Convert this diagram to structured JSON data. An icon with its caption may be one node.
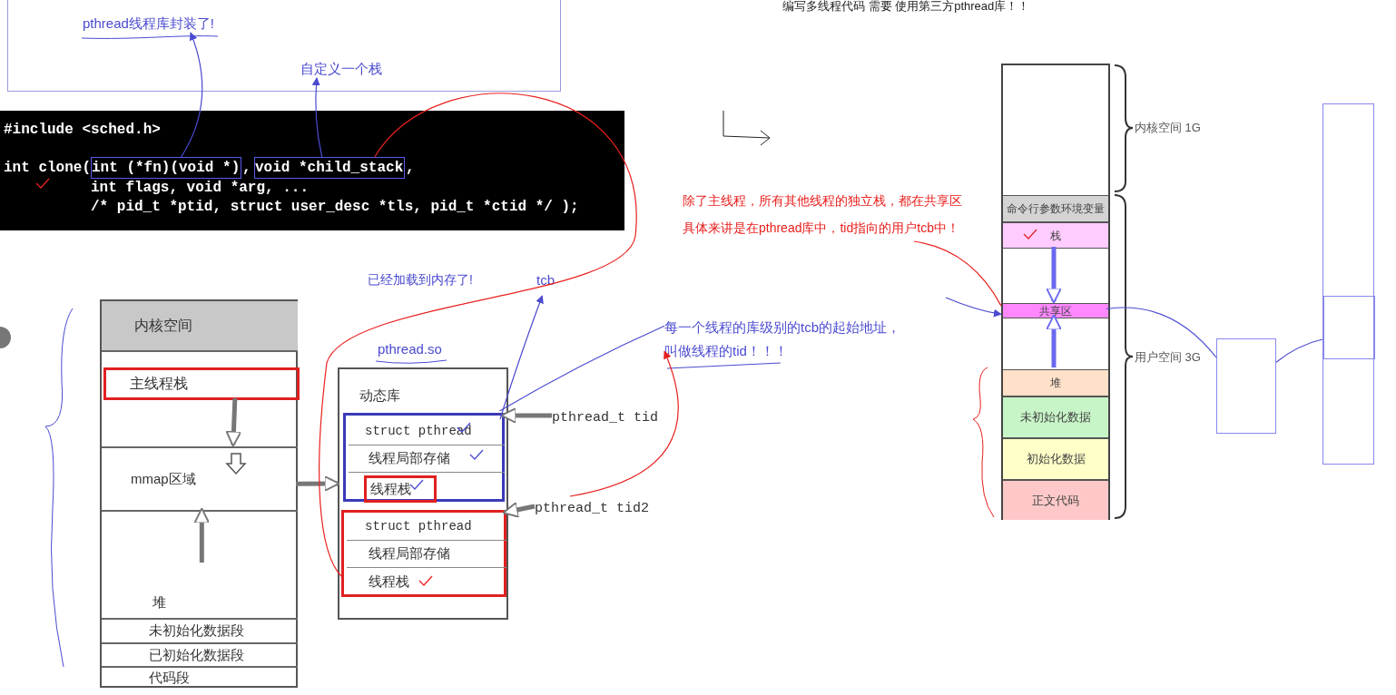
{
  "diagram": {
    "nodes": [
      {
        "text": [],
        "shape": "box"
      },
      {
        "text": [
          "pthread线程库封装了!"
        ],
        "in": 0
      },
      {
        "text": [
          "自定义一个栈"
        ],
        "in": 0
      },
      {
        "text": [
          "#include <sched.h>",
          "int clone(",
          ",",
          ",",
          "int flags, void *arg, ...",
          "/* pid_t *ptid, struct user_desc *tls, pid_t *ctid */ );"
        ]
      },
      {
        "text": [
          "int (*fn)(void *)"
        ],
        "in": 3
      },
      {
        "text": [
          "void *child_stack"
        ],
        "in": 3
      },
      {
        "text": [],
        "shape": "box"
      },
      {
        "text": [
          "内核空间"
        ],
        "in": 6
      },
      {
        "text": [
          "主线程栈"
        ],
        "in": 6
      },
      {
        "text": [
          "mmap区域"
        ],
        "in": 6
      },
      {
        "text": [
          "堆"
        ],
        "in": 6
      },
      {
        "text": [
          "未初始化数据段"
        ],
        "in": 6
      },
      {
        "text": [
          "已初始化数据段"
        ],
        "in": 6
      },
      {
        "text": [
          "代码段"
        ],
        "in": 6
      },
      {
        "text": [
          "动态库"
        ],
        "beside": [
          "pthread.so"
        ]
      },
      {
        "text": [],
        "shape": "box",
        "in": 14
      },
      {
        "text": [
          "struct pthread"
        ],
        "in": 15
      },
      {
        "text": [
          "线程局部存储"
        ],
        "in": 15
      },
      {
        "text": [
          "线程栈"
        ],
        "in": 15
      },
      {
        "text": [],
        "shape": "box",
        "in": 14
      },
      {
        "text": [
          "struct pthread"
        ],
        "in": 19
      },
      {
        "text": [
          "线程局部存储"
        ],
        "in": 19
      },
      {
        "text": [
          "线程栈"
        ],
        "in": 19
      },
      {
        "text": [
          "pthread_t tid"
        ]
      },
      {
        "text": [
          "pthread_t tid2"
        ]
      },
      {
        "text": [
          "tcb"
        ]
      },
      {
        "text": [
          "每一个线程的库级别的tcb的起始地址，叫做线程的tid！！！"
        ]
      },
      {
        "text": [],
        "shape": "box"
      },
      {
        "text": [
          "命令行参数环境变量"
        ],
        "in": 27
      },
      {
        "text": [
          "栈"
        ],
        "in": 27
      },
      {
        "text": [
          "共享区"
        ],
        "in": 27
      },
      {
        "text": [
          "堆"
        ],
        "in": 27
      },
      {
        "text": [
          "未初始化数据"
        ],
        "in": 27
      },
      {
        "text": [
          "初始化数据"
        ],
        "in": 27
      },
      {
        "text": [
          "正文代码"
        ],
        "in": 27
      },
      {
        "text": [
          "除了主线程，所有其他线程的独立栈，都在共享区",
          "具体来讲是在pthread库中，tid指向的用户tcb中！"
        ]
      },
      {
        "text": [],
        "shape": "box"
      },
      {
        "text": [],
        "shape": "box"
      },
      {
        "text": [],
        "shape": "box",
        "in": 37
      }
    ],
    "edges": [
      {
        "from": 4,
        "to": 1,
        "arrow": "to"
      },
      {
        "from": 5,
        "to": 2,
        "arrow": "to"
      },
      {
        "from": 9,
        "to": 14,
        "arrow": "to",
        "style": "thick",
        "color": "#777777"
      },
      {
        "from": 23,
        "to": 15,
        "arrow": "to",
        "style": "thick",
        "color": "#777777"
      },
      {
        "from": 24,
        "to": 19,
        "arrow": "to",
        "style": "thick",
        "color": "#777777"
      },
      {
        "from": 16,
        "to": 25,
        "arrow": "to"
      },
      {
        "from": 15,
        "to": 26,
        "arrow": "none"
      },
      {
        "from": 24,
        "to": 26,
        "arrow": "to",
        "color": "#e8201e"
      },
      {
        "from": 5,
        "to": 22,
        "arrow": "none",
        "color": "#e8201e"
      },
      {
        "from": 35,
        "to": 30,
        "arrow": "none",
        "color": "#e8201e"
      },
      {
        "from": null,
        "to": 30,
        "arrow": "to"
      },
      {
        "from": 30,
        "to": 36,
        "arrow": "none"
      },
      {
        "from": 36,
        "to": 38,
        "arrow": "none"
      },
      {
        "from": 29,
        "to": 30,
        "arrow": "to",
        "style": "thick",
        "color": "#6a6af0"
      },
      {
        "from": 31,
        "to": 30,
        "arrow": "to",
        "style": "thick",
        "color": "#6a6af0"
      },
      {
        "from": 8,
        "to": 9,
        "arrow": "to",
        "style": "thick",
        "color": "#777777"
      },
      {
        "from": 10,
        "to": 9,
        "arrow": "to",
        "style": "thick",
        "color": "#777777"
      }
    ],
    "labels": [
      "编写多线程代码 需要 使用第三方pthread库！！",
      "已经加载到内存了!",
      "内核空间 1G",
      "用户空间 3G"
    ]
  }
}
